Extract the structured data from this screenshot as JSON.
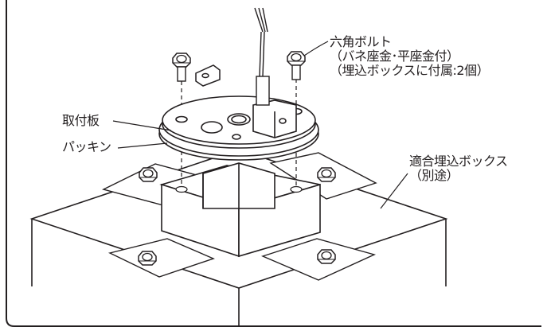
{
  "labels": {
    "bolt": {
      "line1": "六角ボルト",
      "line2": "（バネ座金･平座金付）",
      "line3": "（埋込ボックスに付属:2個）"
    },
    "mounting_plate": "取付板",
    "packing": "パッキン",
    "embedded_box": {
      "line1": "適合埋込ボックス",
      "line2": "（別途）"
    }
  }
}
